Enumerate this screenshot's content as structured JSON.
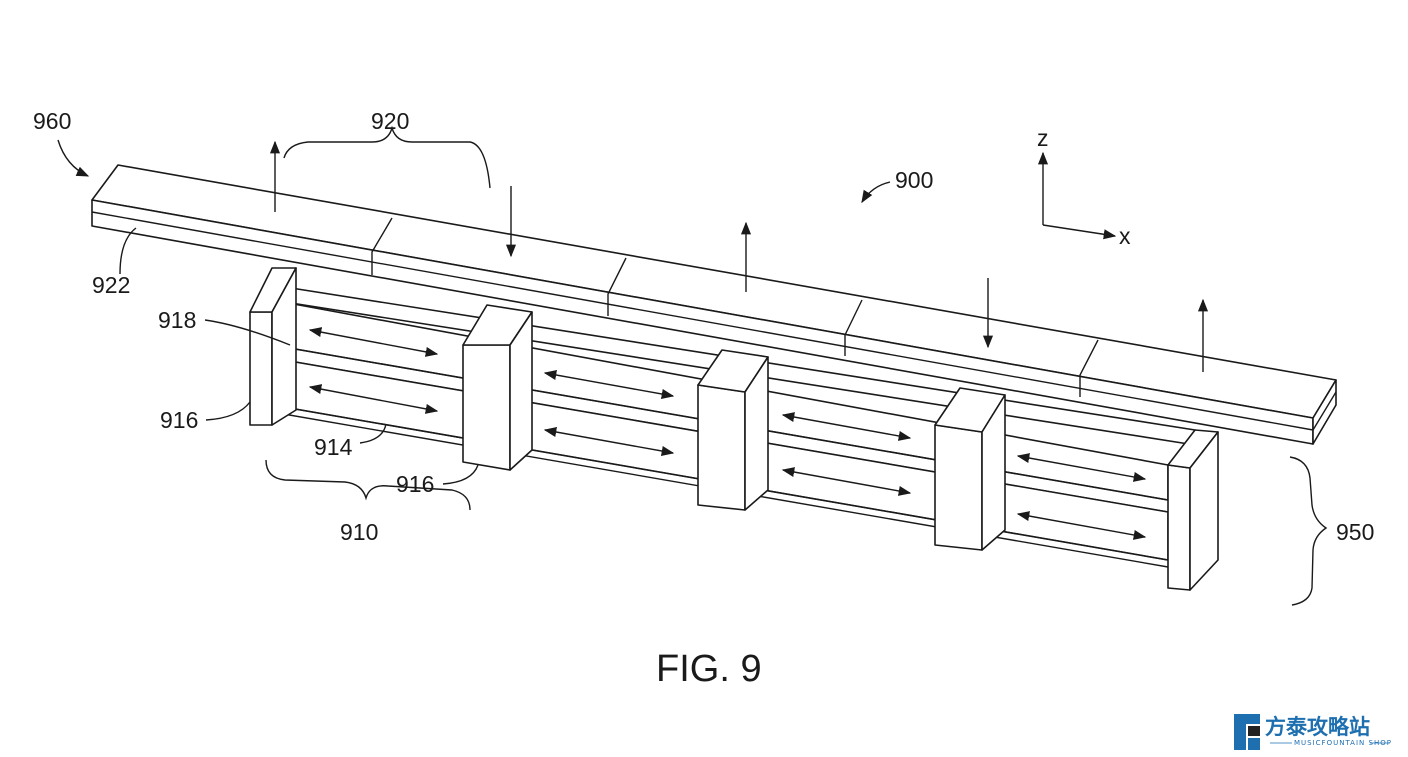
{
  "figure": {
    "caption": "FIG. 9",
    "labels": {
      "assembly": "900",
      "first_member": "960",
      "first_segments": "920",
      "first_layer": "922",
      "pillar_label_upper": "918",
      "pillar_left": "916",
      "pillar_mid": "916",
      "layer_914": "914",
      "second_segments": "910",
      "second_member": "950"
    },
    "axes": {
      "z": "z",
      "x": "x"
    }
  },
  "watermark": {
    "title": "方泰攻略站",
    "subtitle": "MUSICFOUNTAIN SHOP",
    "color": "#1e6fb0"
  }
}
